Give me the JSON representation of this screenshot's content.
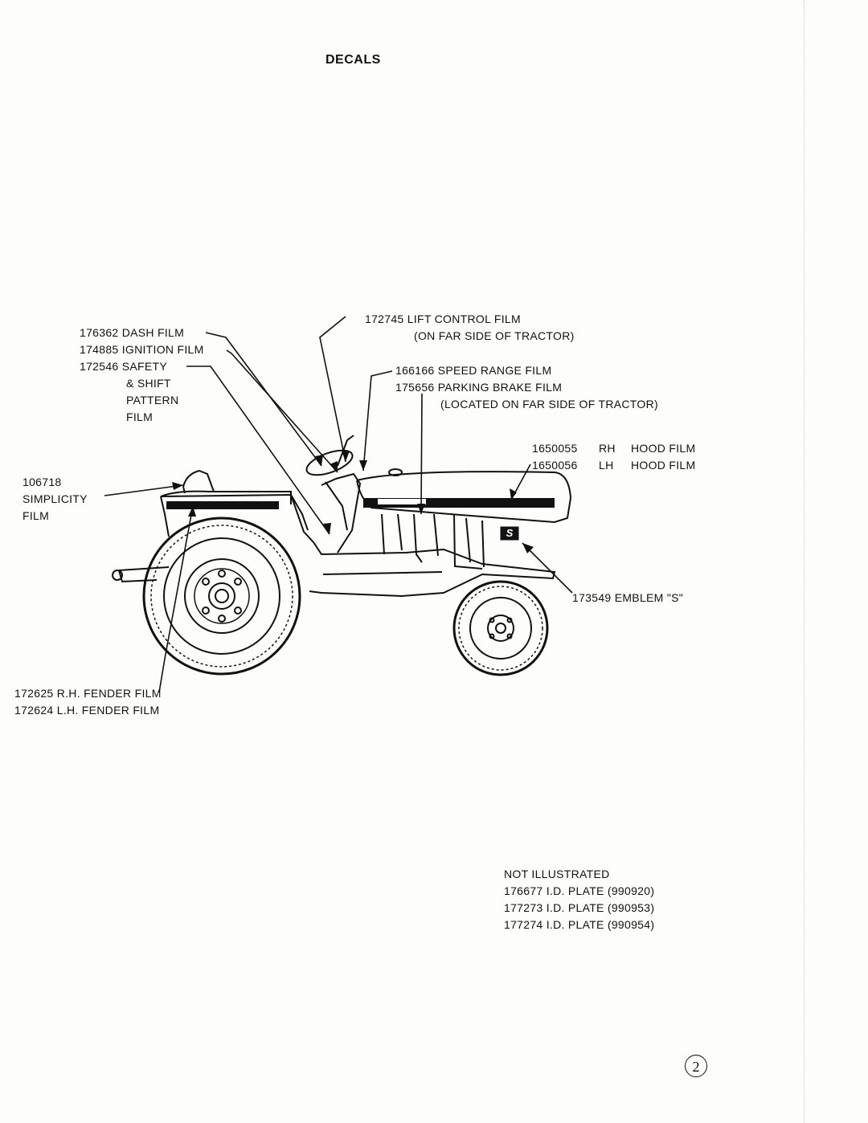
{
  "title": "DECALS",
  "labels": {
    "dash_film": "176362 DASH FILM",
    "ignition_film": "174885 IGNITION FILM",
    "safety_lines": [
      "172546 SAFETY",
      "& SHIFT",
      "PATTERN",
      "FILM"
    ],
    "simplicity_lines": [
      "106718",
      "SIMPLICITY",
      "FILM"
    ],
    "lift_control": "172745 LIFT CONTROL FILM",
    "lift_control_note": "(ON FAR SIDE OF TRACTOR)",
    "speed_range": "166166 SPEED RANGE FILM",
    "parking_brake": "175656 PARKING BRAKE FILM",
    "parking_brake_note": "(LOCATED ON FAR SIDE OF TRACTOR)",
    "rh_hood": {
      "part": "1650055",
      "side": "RH",
      "name": "HOOD FILM"
    },
    "lh_hood": {
      "part": "1650056",
      "side": "LH",
      "name": "HOOD FILM"
    },
    "emblem": "173549 EMBLEM \"S\"",
    "rh_fender": "172625 R.H. FENDER FILM",
    "lh_fender": "172624 L.H. FENDER FILM"
  },
  "not_illustrated": {
    "heading": "NOT ILLUSTRATED",
    "items": [
      "176677 I.D. PLATE (990920)",
      "177273 I.D. PLATE (990953)",
      "177274 I.D. PLATE (990954)"
    ]
  },
  "emblem_letter": "S",
  "page_number": "2"
}
